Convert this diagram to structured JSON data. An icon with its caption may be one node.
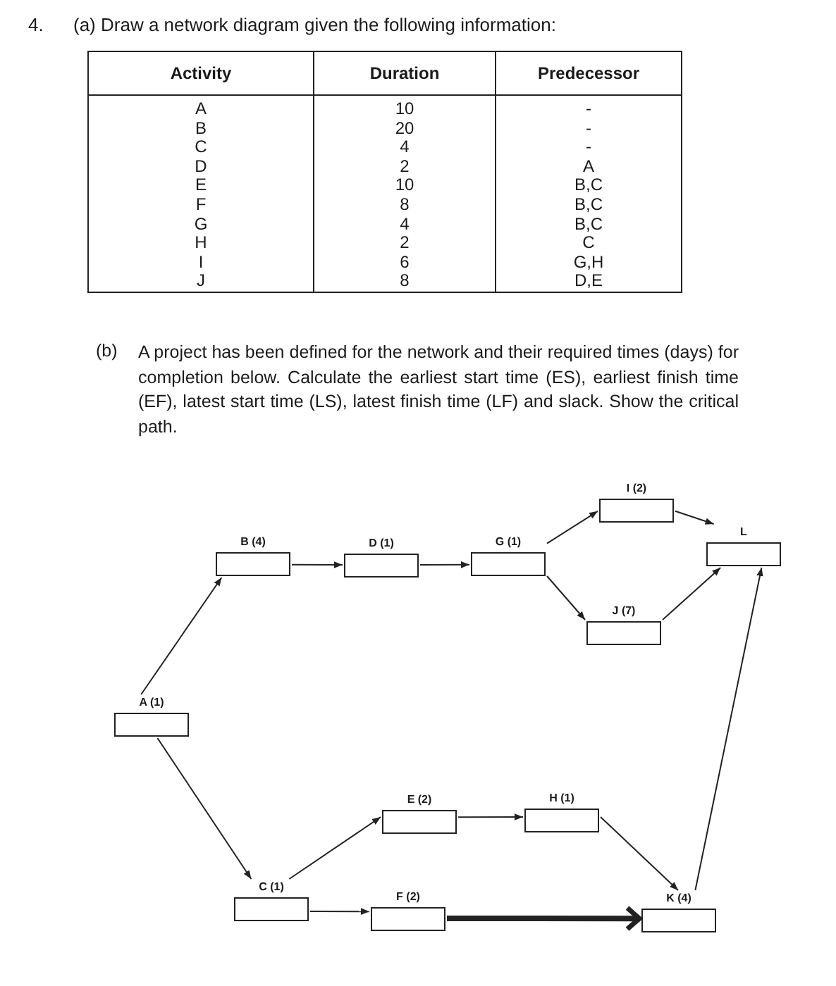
{
  "diagram": {
    "nodes": [
      {
        "text": [
          "A (1)"
        ]
      },
      {
        "text": [
          "B (4)"
        ]
      },
      {
        "text": [
          "C (1)"
        ]
      },
      {
        "text": [
          "D (1)"
        ]
      },
      {
        "text": [
          "E (2)"
        ]
      },
      {
        "text": [
          "F (2)"
        ]
      },
      {
        "text": [
          "G (1)"
        ]
      },
      {
        "text": [
          "H (1)"
        ]
      },
      {
        "text": [
          "I (2)"
        ]
      },
      {
        "text": [
          "J (7)"
        ]
      },
      {
        "text": [
          "K (4)"
        ]
      },
      {
        "text": [
          "L"
        ]
      }
    ],
    "edges": [
      {
        "from": 0,
        "to": 1,
        "arrow": "to"
      },
      {
        "from": 0,
        "to": 2,
        "arrow": "to"
      },
      {
        "from": 1,
        "to": 3,
        "arrow": "to"
      },
      {
        "from": 3,
        "to": 6,
        "arrow": "to"
      },
      {
        "from": 6,
        "to": 8,
        "arrow": "to"
      },
      {
        "from": 6,
        "to": 9,
        "arrow": "to"
      },
      {
        "from": 8,
        "to": 11,
        "arrow": "to"
      },
      {
        "from": 9,
        "to": 11,
        "arrow": "to"
      },
      {
        "from": 2,
        "to": 4,
        "arrow": "to"
      },
      {
        "from": 4,
        "to": 7,
        "arrow": "to"
      },
      {
        "from": 7,
        "to": 10,
        "arrow": "to"
      },
      {
        "from": 2,
        "to": 5,
        "arrow": "to"
      },
      {
        "from": 5,
        "to": 10,
        "arrow": "to",
        "style": "thick"
      },
      {
        "from": 10,
        "to": 11,
        "arrow": "to"
      }
    ],
    "labels": [
      "4.",
      "(a) Draw a network diagram given the following information:",
      "Activity",
      "Duration",
      "Predecessor",
      "A",
      "10",
      "-",
      "B",
      "20",
      "-",
      "C",
      "4",
      "-",
      "D",
      "2",
      "A",
      "E",
      "10",
      "B,C",
      "F",
      "8",
      "B,C",
      "G",
      "4",
      "B,C",
      "H",
      "2",
      "C",
      "I",
      "6",
      "G,H",
      "J",
      "8",
      "D,E",
      "(b)",
      "A project has been defined for the network and their required times (days) for completion below. Calculate the earliest start time (ES), earliest finish time (EF), latest start time (LS), latest finish time (LF) and slack. Show the critical path."
    ]
  }
}
